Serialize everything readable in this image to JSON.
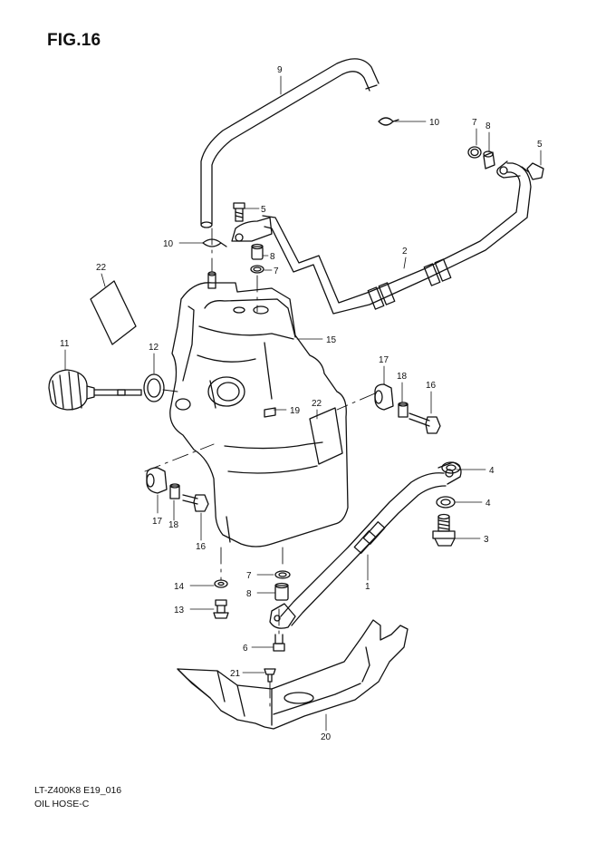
{
  "figure": {
    "title": "FIG.16",
    "model_code": "LT-Z400K8 E19_016",
    "name": "OIL HOSE-C"
  },
  "callouts": [
    {
      "id": "c9",
      "text": "9"
    },
    {
      "id": "c10a",
      "text": "10"
    },
    {
      "id": "c7a",
      "text": "7"
    },
    {
      "id": "c8a",
      "text": "8"
    },
    {
      "id": "c5a",
      "text": "5"
    },
    {
      "id": "c5b",
      "text": "5"
    },
    {
      "id": "c10b",
      "text": "10"
    },
    {
      "id": "c8b",
      "text": "8"
    },
    {
      "id": "c7b",
      "text": "7"
    },
    {
      "id": "c2",
      "text": "2"
    },
    {
      "id": "c22a",
      "text": "22"
    },
    {
      "id": "c15",
      "text": "15"
    },
    {
      "id": "c11",
      "text": "11"
    },
    {
      "id": "c12",
      "text": "12"
    },
    {
      "id": "c17a",
      "text": "17"
    },
    {
      "id": "c18a",
      "text": "18"
    },
    {
      "id": "c16a",
      "text": "16"
    },
    {
      "id": "c19",
      "text": "19"
    },
    {
      "id": "c22b",
      "text": "22"
    },
    {
      "id": "c4a",
      "text": "4"
    },
    {
      "id": "c4b",
      "text": "4"
    },
    {
      "id": "c3",
      "text": "3"
    },
    {
      "id": "c17b",
      "text": "17"
    },
    {
      "id": "c18b",
      "text": "18"
    },
    {
      "id": "c16b",
      "text": "16"
    },
    {
      "id": "c1",
      "text": "1"
    },
    {
      "id": "c14",
      "text": "14"
    },
    {
      "id": "c7c",
      "text": "7"
    },
    {
      "id": "c8c",
      "text": "8"
    },
    {
      "id": "c13",
      "text": "13"
    },
    {
      "id": "c6",
      "text": "6"
    },
    {
      "id": "c21",
      "text": "21"
    },
    {
      "id": "c20",
      "text": "20"
    }
  ]
}
